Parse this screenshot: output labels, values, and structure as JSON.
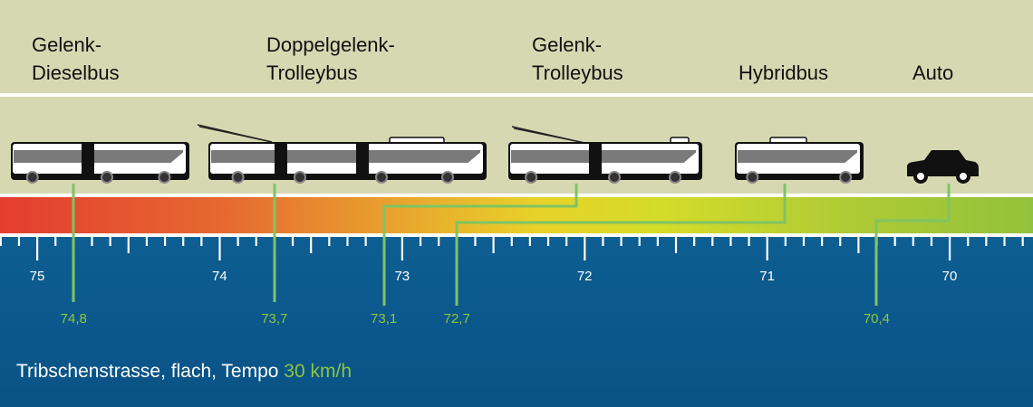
{
  "chart_data": {
    "type": "scatter",
    "title": "Tribschenstrasse, flach, Tempo 30 km/h",
    "axis": {
      "min": 69.55,
      "max": 75.2,
      "reversed": true,
      "major_ticks": [
        75,
        74,
        73,
        72,
        71,
        70
      ],
      "tick_labels": [
        "75",
        "74",
        "73",
        "72",
        "71",
        "70"
      ],
      "minor_step": 0.1
    },
    "series": [
      {
        "name": "Gelenk-\nDieselbus",
        "value": 74.8,
        "label": "74,8"
      },
      {
        "name": "Doppelgelenk-\nTrolleybus",
        "value": 73.7,
        "label": "73,7"
      },
      {
        "name": "Gelenk-\nTrolleybus",
        "value": 73.1,
        "label": "73,1"
      },
      {
        "name": "Hybridbus",
        "value": 72.7,
        "label": "72,7"
      },
      {
        "name": "Auto",
        "value": 70.4,
        "label": "70,4"
      }
    ]
  },
  "footer": {
    "text": "Tribschenstrasse, flach, Tempo ",
    "highlight": "30 km/h"
  },
  "colors": {
    "leader": "#7fc462",
    "value_label": "#8cc63f",
    "background_blue": "#0c5a8e",
    "band": "#d6d8b2"
  }
}
